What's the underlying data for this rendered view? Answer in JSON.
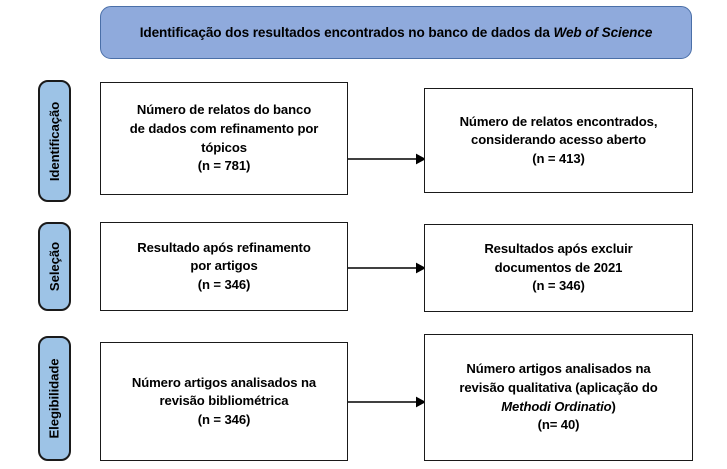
{
  "diagram": {
    "header": {
      "text_before_italic": "Identificação dos resultados encontrados no banco de dados da ",
      "italic_text": "Web of Science",
      "full_text": "Identificação dos resultados encontrados no banco de dados da Web of Science",
      "fill_color": "#8FAADC",
      "border_color": "#4a6fa8"
    },
    "stages": [
      {
        "label": "Identificação",
        "fill_color": "#9DC3E6",
        "border_color": "#1a1a1a"
      },
      {
        "label": "Seleção",
        "fill_color": "#9DC3E6",
        "border_color": "#1a1a1a"
      },
      {
        "label": "Elegibilidade",
        "fill_color": "#9DC3E6",
        "border_color": "#1a1a1a"
      }
    ],
    "rows": [
      {
        "stage": "Identificação",
        "left_box": {
          "line_1": "Número de relatos do banco",
          "line_2": "de dados com refinamento por",
          "line_3": "tópicos",
          "count_line": "(n = 781)",
          "count_value": 781
        },
        "right_box": {
          "line_1": "Número de relatos encontrados,",
          "line_2": "considerando acesso aberto",
          "count_line": "(n = 413)",
          "count_value": 413
        },
        "connector": "arrow-right"
      },
      {
        "stage": "Seleção",
        "left_box": {
          "line_1": "Resultado após refinamento",
          "line_2": "por artigos",
          "count_line": "(n = 346)",
          "count_value": 346
        },
        "right_box": {
          "line_1": "Resultados após excluir",
          "line_2": "documentos de 2021",
          "count_line": "(n = 346)",
          "count_value": 346
        },
        "connector": "arrow-right"
      },
      {
        "stage": "Elegibilidade",
        "left_box": {
          "line_1": "Número artigos analisados na",
          "line_2": "revisão bibliométrica",
          "count_line": "(n = 346)",
          "count_value": 346
        },
        "right_box": {
          "line_1": "Número artigos analisados na",
          "line_2": "revisão qualitativa (aplicação do",
          "italic_line": "Methodi Ordinatio",
          "line_3_suffix": ")",
          "count_line": "(n= 40)",
          "count_value": 40
        },
        "connector": "arrow-right"
      }
    ],
    "colors": {
      "box_fill": "#ffffff",
      "box_border": "#1a1a1a",
      "arrow": "#000000",
      "text": "#000000"
    }
  }
}
